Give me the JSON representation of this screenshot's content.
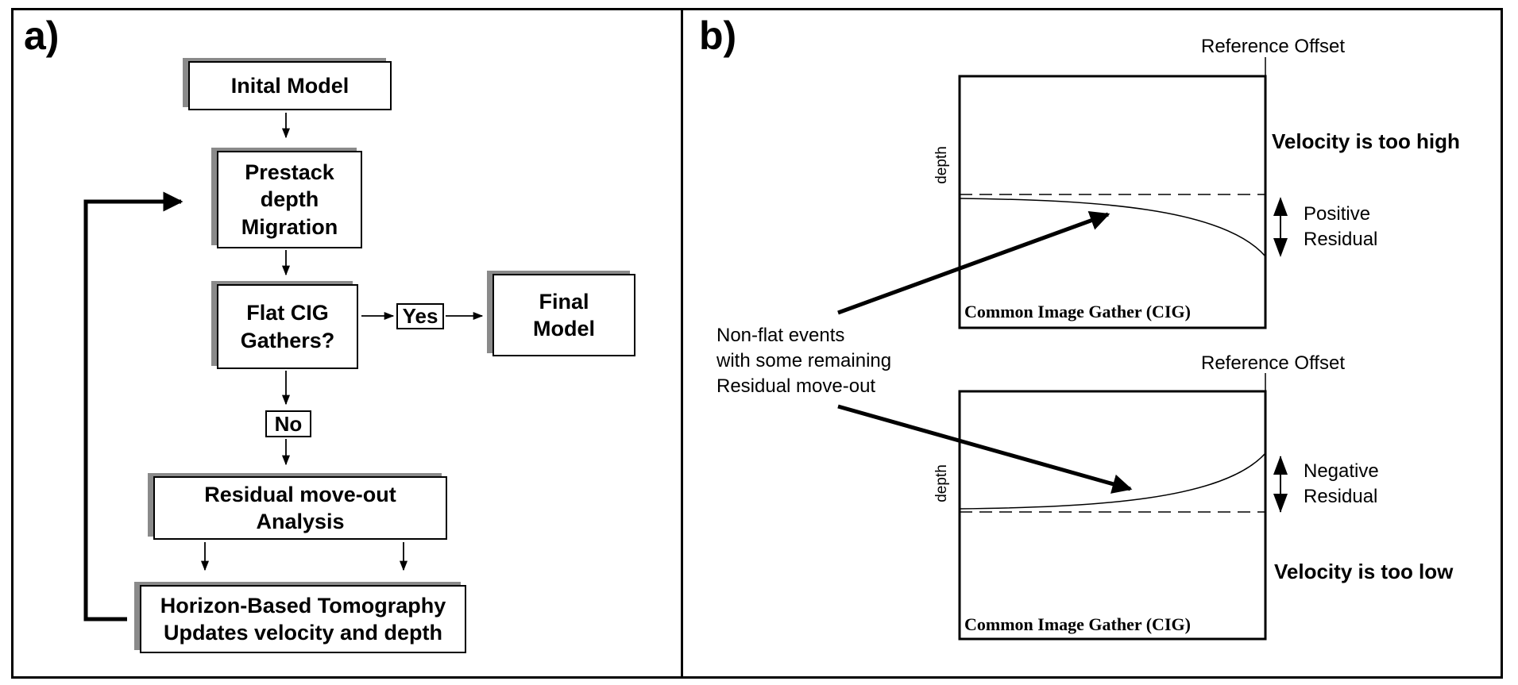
{
  "panel_a": {
    "label": "a)",
    "initial_model": "Inital  Model",
    "prestack": "Prestack\ndepth\nMigration",
    "flat_cig": "Flat CIG\nGathers?",
    "yes": "Yes",
    "final_model": "Final\nModel",
    "no": "No",
    "residual_analysis": "Residual  move-out\nAnalysis",
    "tomography": "Horizon-Based Tomography\nUpdates velocity and depth"
  },
  "panel_b": {
    "label": "b)",
    "top_gather": {
      "reference_offset": "Reference Offset",
      "depth_label": "depth",
      "caption": "Common Image Gather (CIG)",
      "velocity_note": "Velocity is too high",
      "residual_note": "Positive\nResidual"
    },
    "bottom_gather": {
      "reference_offset": "Reference Offset",
      "depth_label": "depth",
      "caption": "Common Image Gather (CIG)",
      "velocity_note": "Velocity is too low",
      "residual_note": "Negative\nResidual"
    },
    "annotation": "Non-flat events\nwith some remaining\nResidual move-out"
  }
}
